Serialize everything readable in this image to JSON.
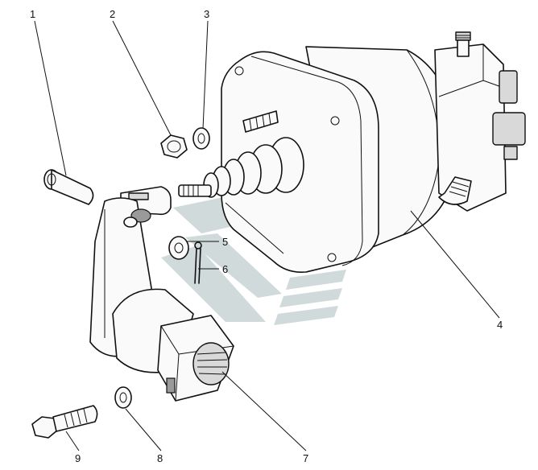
{
  "colors": {
    "line": "#111111",
    "background": "#ffffff",
    "watermark": "#c9d3d3",
    "shade": "#d9d9d9"
  },
  "callouts": [
    {
      "id": "1",
      "label": "1"
    },
    {
      "id": "2",
      "label": "2"
    },
    {
      "id": "3",
      "label": "3"
    },
    {
      "id": "4",
      "label": "4"
    },
    {
      "id": "5",
      "label": "5"
    },
    {
      "id": "6",
      "label": "6"
    },
    {
      "id": "7",
      "label": "7"
    },
    {
      "id": "8",
      "label": "8"
    },
    {
      "id": "9",
      "label": "9"
    }
  ]
}
